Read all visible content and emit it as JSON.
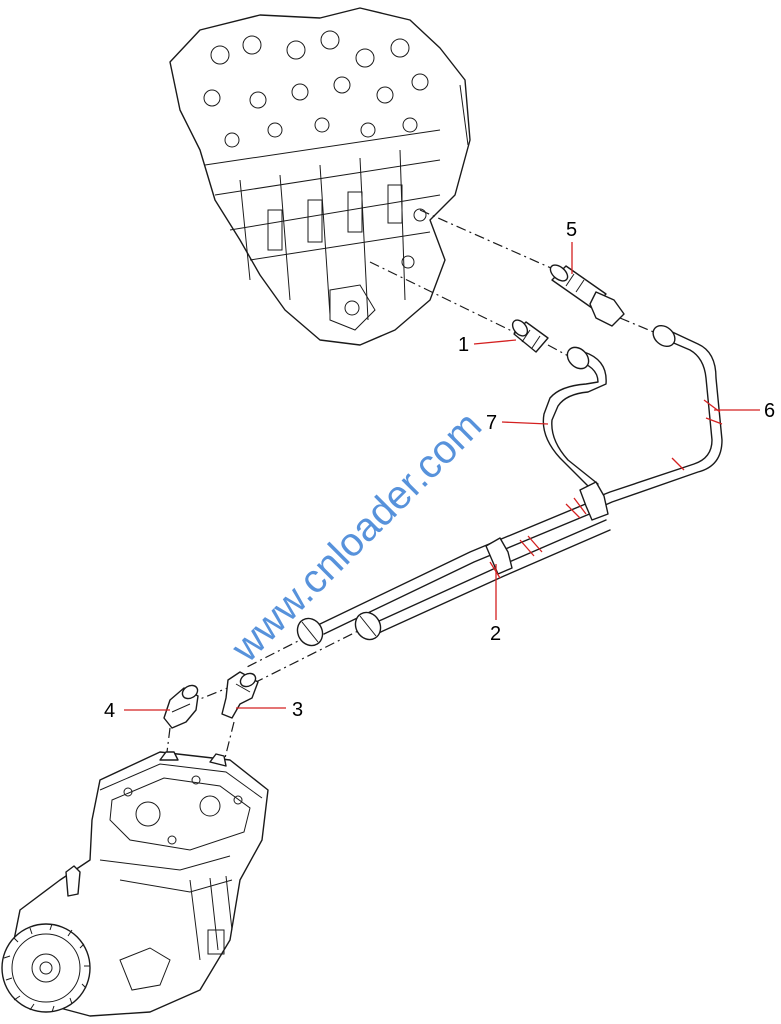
{
  "watermark": {
    "text": "www.cnloader.com",
    "color": "#3a7fd5"
  },
  "callouts": {
    "c1": "1",
    "c2": "2",
    "c3": "3",
    "c4": "4",
    "c5": "5",
    "c6": "6",
    "c7": "7"
  },
  "colors": {
    "callout_line": "#d42020",
    "linework": "#1a1a1a",
    "background": "#ffffff"
  }
}
